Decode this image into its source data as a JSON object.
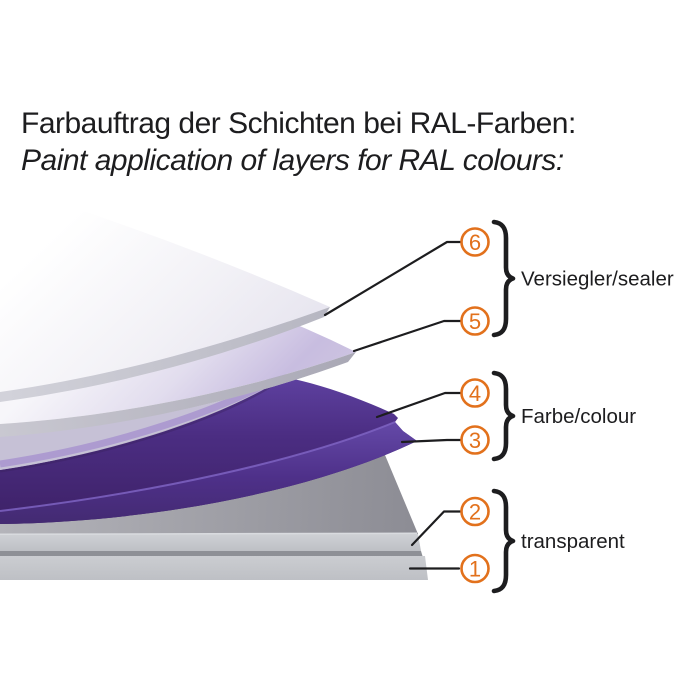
{
  "title": {
    "german": "Farbauftrag der Schichten bei RAL-Farben:",
    "english": "Paint application of layers for RAL colours:"
  },
  "groups": [
    {
      "label": "Versiegler/sealer",
      "layer_numbers": [
        "6",
        "5"
      ]
    },
    {
      "label": "Farbe/colour",
      "layer_numbers": [
        "4",
        "3"
      ]
    },
    {
      "label": "transparent",
      "layer_numbers": [
        "2",
        "1"
      ]
    }
  ],
  "callouts": {
    "n6": "6",
    "n5": "5",
    "n4": "4",
    "n3": "3",
    "n2": "2",
    "n1": "1"
  },
  "colors": {
    "accent_orange": "#e2711c",
    "paint_purple": "#4b2d82",
    "text_black": "#1d1d1f",
    "layer_gray": "#c3c5c9"
  }
}
